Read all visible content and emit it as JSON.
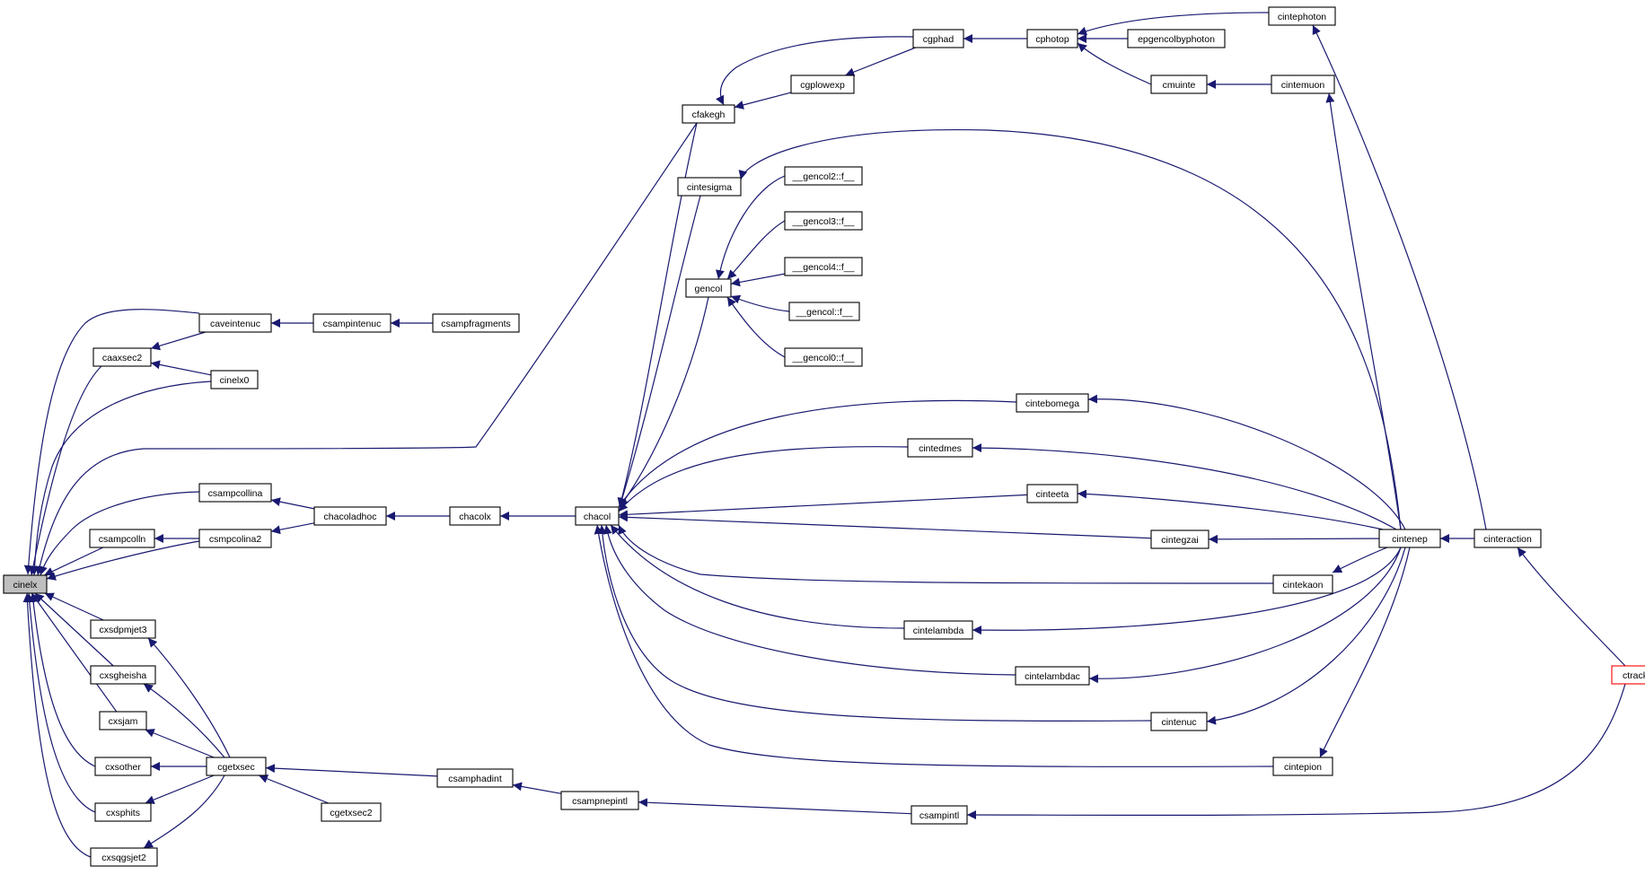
{
  "colors": {
    "edge": "#191970",
    "node_border": "#000000",
    "node_fill": "#ffffff",
    "focus_fill": "#bfbfbf",
    "truncated_border": "#ff0000",
    "text": "#000000"
  },
  "focus_node": "cinelx",
  "nodes": [
    {
      "id": "cinelx",
      "label": "cinelx",
      "style": "focus"
    },
    {
      "id": "caaxsec2",
      "label": "caaxsec2"
    },
    {
      "id": "caveintenuc",
      "label": "caveintenuc"
    },
    {
      "id": "csampintenuc",
      "label": "csampintenuc"
    },
    {
      "id": "csampfragments",
      "label": "csampfragments"
    },
    {
      "id": "cinelx0",
      "label": "cinelx0"
    },
    {
      "id": "csampcollina",
      "label": "csampcollina"
    },
    {
      "id": "csampcolln",
      "label": "csampcolln"
    },
    {
      "id": "csmpcolina2",
      "label": "csmpcolina2"
    },
    {
      "id": "chacoladhoc",
      "label": "chacoladhoc"
    },
    {
      "id": "chacolx",
      "label": "chacolx"
    },
    {
      "id": "chacol",
      "label": "chacol"
    },
    {
      "id": "cxsdpmjet3",
      "label": "cxsdpmjet3"
    },
    {
      "id": "cxsgheisha",
      "label": "cxsgheisha"
    },
    {
      "id": "cxsjam",
      "label": "cxsjam"
    },
    {
      "id": "cxsother",
      "label": "cxsother"
    },
    {
      "id": "cxsphits",
      "label": "cxsphits"
    },
    {
      "id": "cxsqgsjet2",
      "label": "cxsqgsjet2"
    },
    {
      "id": "cgetxsec",
      "label": "cgetxsec"
    },
    {
      "id": "cgetxsec2",
      "label": "cgetxsec2"
    },
    {
      "id": "csamphadint",
      "label": "csamphadint"
    },
    {
      "id": "csampnepintl",
      "label": "csampnepintl"
    },
    {
      "id": "csampintl",
      "label": "csampintl"
    },
    {
      "id": "cfakegh",
      "label": "cfakegh"
    },
    {
      "id": "cgphad",
      "label": "cgphad"
    },
    {
      "id": "cgplowexp",
      "label": "cgplowexp"
    },
    {
      "id": "cphotop",
      "label": "cphotop"
    },
    {
      "id": "cintephoton",
      "label": "cintephoton"
    },
    {
      "id": "epgencolbyphoton",
      "label": "epgencolbyphoton"
    },
    {
      "id": "cmuinte",
      "label": "cmuinte"
    },
    {
      "id": "cintemuon",
      "label": "cintemuon"
    },
    {
      "id": "cintesigma",
      "label": "cintesigma"
    },
    {
      "id": "gencol",
      "label": "gencol"
    },
    {
      "id": "gencol2",
      "label": "__gencol2::f__"
    },
    {
      "id": "gencol3",
      "label": "__gencol3::f__"
    },
    {
      "id": "gencol4",
      "label": "__gencol4::f__"
    },
    {
      "id": "gencol1",
      "label": "__gencol::f__"
    },
    {
      "id": "gencol0",
      "label": "__gencol0::f__"
    },
    {
      "id": "cintebomega",
      "label": "cintebomega"
    },
    {
      "id": "cintedmes",
      "label": "cintedmes"
    },
    {
      "id": "cinteeta",
      "label": "cinteeta"
    },
    {
      "id": "cintegzai",
      "label": "cintegzai"
    },
    {
      "id": "cintekaon",
      "label": "cintekaon"
    },
    {
      "id": "cintelambda",
      "label": "cintelambda"
    },
    {
      "id": "cintelambdac",
      "label": "cintelambdac"
    },
    {
      "id": "cintenuc",
      "label": "cintenuc"
    },
    {
      "id": "cintepion",
      "label": "cintepion"
    },
    {
      "id": "cintenep",
      "label": "cintenep"
    },
    {
      "id": "cinteraction",
      "label": "cinteraction"
    },
    {
      "id": "ctracking",
      "label": "ctracking",
      "style": "truncated"
    }
  ],
  "edges": [
    {
      "from": "caveintenuc",
      "to": "cinelx"
    },
    {
      "from": "caveintenuc",
      "to": "caaxsec2"
    },
    {
      "from": "csampintenuc",
      "to": "caveintenuc"
    },
    {
      "from": "csampfragments",
      "to": "csampintenuc"
    },
    {
      "from": "caaxsec2",
      "to": "cinelx"
    },
    {
      "from": "cinelx0",
      "to": "caaxsec2"
    },
    {
      "from": "cinelx0",
      "to": "cinelx"
    },
    {
      "from": "cfakegh",
      "to": "cinelx"
    },
    {
      "from": "csampcollina",
      "to": "cinelx"
    },
    {
      "from": "chacoladhoc",
      "to": "csampcollina"
    },
    {
      "from": "csampcolln",
      "to": "cinelx"
    },
    {
      "from": "csmpcolina2",
      "to": "csampcolln"
    },
    {
      "from": "csmpcolina2",
      "to": "cinelx"
    },
    {
      "from": "chacoladhoc",
      "to": "csmpcolina2"
    },
    {
      "from": "chacolx",
      "to": "chacoladhoc"
    },
    {
      "from": "chacol",
      "to": "chacolx"
    },
    {
      "from": "cxsdpmjet3",
      "to": "cinelx"
    },
    {
      "from": "cxsgheisha",
      "to": "cinelx"
    },
    {
      "from": "cxsjam",
      "to": "cinelx"
    },
    {
      "from": "cxsother",
      "to": "cinelx"
    },
    {
      "from": "cxsphits",
      "to": "cinelx"
    },
    {
      "from": "cxsqgsjet2",
      "to": "cinelx"
    },
    {
      "from": "cgetxsec",
      "to": "cxsdpmjet3"
    },
    {
      "from": "cgetxsec",
      "to": "cxsgheisha"
    },
    {
      "from": "cgetxsec",
      "to": "cxsjam"
    },
    {
      "from": "cgetxsec",
      "to": "cxsother"
    },
    {
      "from": "cgetxsec",
      "to": "cxsphits"
    },
    {
      "from": "cgetxsec",
      "to": "cxsqgsjet2"
    },
    {
      "from": "cgetxsec2",
      "to": "cgetxsec"
    },
    {
      "from": "csamphadint",
      "to": "cgetxsec"
    },
    {
      "from": "csampnepintl",
      "to": "csamphadint"
    },
    {
      "from": "csampintl",
      "to": "csampnepintl"
    },
    {
      "from": "ctracking",
      "to": "csampintl"
    },
    {
      "from": "cgphad",
      "to": "cfakegh"
    },
    {
      "from": "cgplowexp",
      "to": "cfakegh"
    },
    {
      "from": "cgphad",
      "to": "cgplowexp"
    },
    {
      "from": "cphotop",
      "to": "cgphad"
    },
    {
      "from": "cintephoton",
      "to": "cphotop"
    },
    {
      "from": "epgencolbyphoton",
      "to": "cphotop"
    },
    {
      "from": "cmuinte",
      "to": "cphotop"
    },
    {
      "from": "cintemuon",
      "to": "cmuinte"
    },
    {
      "from": "cinteraction",
      "to": "cintephoton"
    },
    {
      "from": "cintenep",
      "to": "cintemuon"
    },
    {
      "from": "cfakegh",
      "to": "chacol"
    },
    {
      "from": "cintesigma",
      "to": "chacol"
    },
    {
      "from": "cintenep",
      "to": "cintesigma"
    },
    {
      "from": "gencol",
      "to": "chacol"
    },
    {
      "from": "gencol2",
      "to": "gencol"
    },
    {
      "from": "gencol3",
      "to": "gencol"
    },
    {
      "from": "gencol4",
      "to": "gencol"
    },
    {
      "from": "gencol1",
      "to": "gencol"
    },
    {
      "from": "gencol0",
      "to": "gencol"
    },
    {
      "from": "cintebomega",
      "to": "chacol"
    },
    {
      "from": "cintedmes",
      "to": "chacol"
    },
    {
      "from": "cinteeta",
      "to": "chacol"
    },
    {
      "from": "cintegzai",
      "to": "chacol"
    },
    {
      "from": "cintekaon",
      "to": "chacol"
    },
    {
      "from": "cintelambda",
      "to": "chacol"
    },
    {
      "from": "cintelambdac",
      "to": "chacol"
    },
    {
      "from": "cintenuc",
      "to": "chacol"
    },
    {
      "from": "cintepion",
      "to": "chacol"
    },
    {
      "from": "cintenep",
      "to": "cintebomega"
    },
    {
      "from": "cintenep",
      "to": "cintedmes"
    },
    {
      "from": "cintenep",
      "to": "cinteeta"
    },
    {
      "from": "cintenep",
      "to": "cintegzai"
    },
    {
      "from": "cintenep",
      "to": "cintekaon"
    },
    {
      "from": "cintenep",
      "to": "cintelambda"
    },
    {
      "from": "cintenep",
      "to": "cintelambdac"
    },
    {
      "from": "cintenep",
      "to": "cintenuc"
    },
    {
      "from": "cintenep",
      "to": "cintepion"
    },
    {
      "from": "cinteraction",
      "to": "cintenep"
    },
    {
      "from": "ctracking",
      "to": "cinteraction"
    }
  ]
}
